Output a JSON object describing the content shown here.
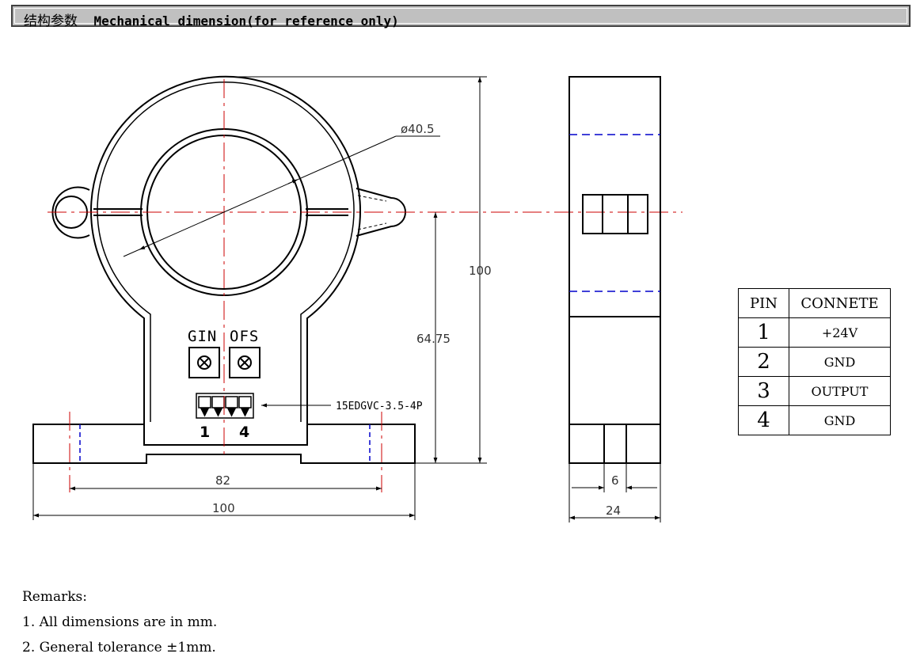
{
  "header": {
    "title_cn": "结构参数",
    "title_en": "Mechanical dimension(for reference only)"
  },
  "front_view": {
    "hole_diameter": "ø40.5",
    "height_total": "100",
    "height_center": "64.75",
    "width_inner": "82",
    "width_total": "100",
    "label_gin": "GIN",
    "label_ofs": "OFS",
    "pin_first": "1",
    "pin_last": "4",
    "connector": "15EDGVC-3.5-4P"
  },
  "side_view": {
    "width_connector": "6",
    "width_total": "24"
  },
  "pin_table": {
    "header": [
      "PIN",
      "CONNETE"
    ],
    "rows": [
      {
        "pin": "1",
        "signal": "+24V"
      },
      {
        "pin": "2",
        "signal": "GND"
      },
      {
        "pin": "3",
        "signal": "OUTPUT"
      },
      {
        "pin": "4",
        "signal": "GND"
      }
    ]
  },
  "remarks": {
    "title": "Remarks:",
    "items": [
      "1. All dimensions are in mm.",
      "2. General tolerance ±1mm."
    ]
  }
}
